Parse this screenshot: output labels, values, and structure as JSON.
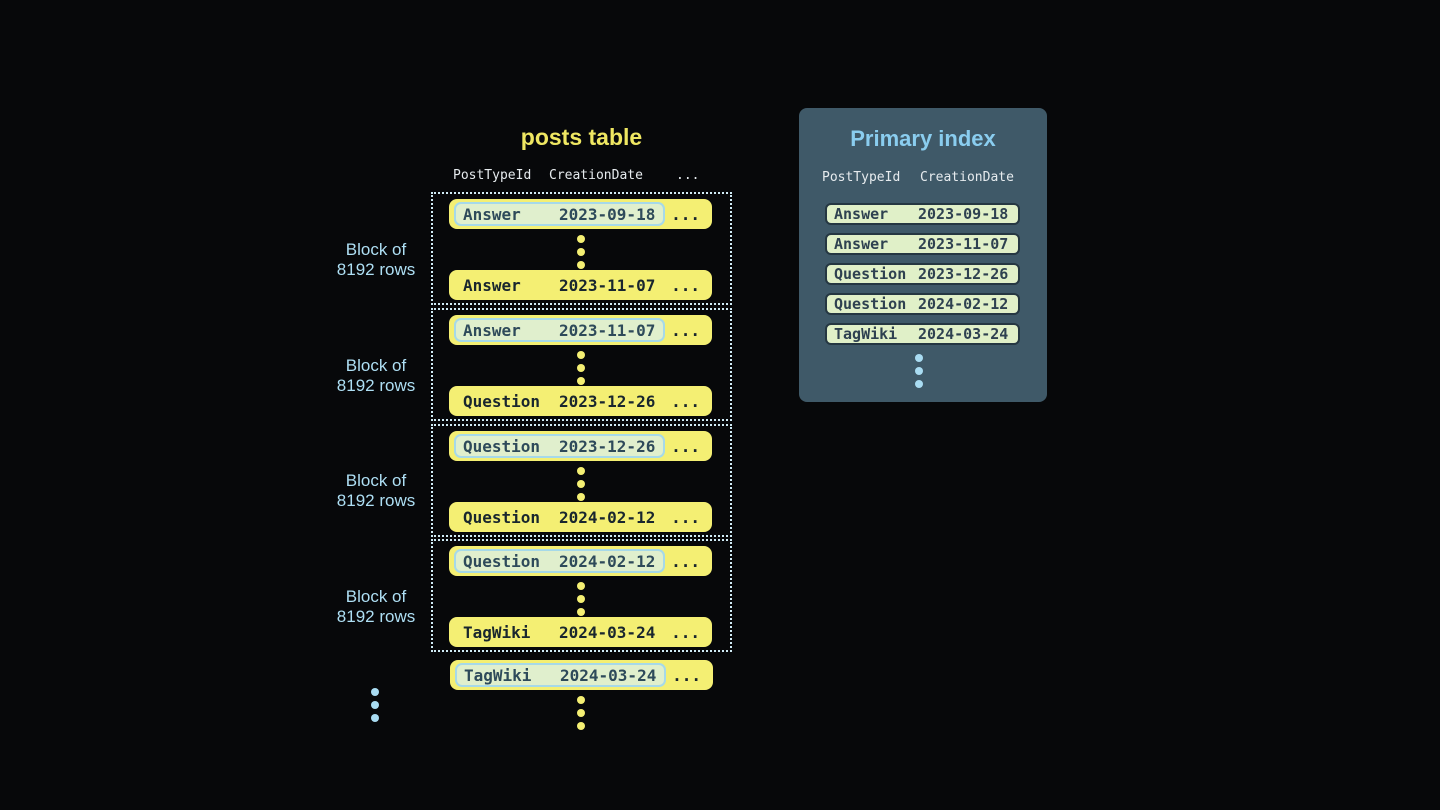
{
  "colors": {
    "background": "#07080a",
    "title_yellow": "#efe762",
    "row_yellow": "#f4ef73",
    "row_text": "#19262e",
    "highlight_bg": "#e0efcd",
    "highlight_border": "#a6d9e9",
    "highlight_text": "#2e4a5a",
    "header_text": "#e6ebee",
    "block_border": "#d0ebf5",
    "block_label_blue": "#aedff4",
    "panel_bg": "#3f5968",
    "panel_title_blue": "#8acdef",
    "index_pill_bg": "#e0f0c8",
    "index_pill_border": "#253742",
    "index_pill_text": "#2e4150",
    "dot_blue": "#a9dcf2"
  },
  "posts_table": {
    "title": "posts table",
    "column_headers": [
      "PostTypeId",
      "CreationDate",
      "..."
    ],
    "block_label": [
      "Block of",
      "8192 rows"
    ],
    "blocks": [
      {
        "first": {
          "type": "Answer",
          "date": "2023-09-18",
          "more": "..."
        },
        "last": {
          "type": "Answer",
          "date": "2023-11-07",
          "more": "..."
        }
      },
      {
        "first": {
          "type": "Answer",
          "date": "2023-11-07",
          "more": "..."
        },
        "last": {
          "type": "Question",
          "date": "2023-12-26",
          "more": "..."
        }
      },
      {
        "first": {
          "type": "Question",
          "date": "2023-12-26",
          "more": "..."
        },
        "last": {
          "type": "Question",
          "date": "2024-02-12",
          "more": "..."
        }
      },
      {
        "first": {
          "type": "Question",
          "date": "2024-02-12",
          "more": "..."
        },
        "last": {
          "type": "TagWiki",
          "date": "2024-03-24",
          "more": "..."
        }
      }
    ],
    "overflow_row": {
      "type": "TagWiki",
      "date": "2024-03-24",
      "more": "..."
    }
  },
  "primary_index": {
    "title": "Primary index",
    "column_headers": [
      "PostTypeId",
      "CreationDate"
    ],
    "rows": [
      {
        "type": "Answer",
        "date": "2023-09-18"
      },
      {
        "type": "Answer",
        "date": "2023-11-07"
      },
      {
        "type": "Question",
        "date": "2023-12-26"
      },
      {
        "type": "Question",
        "date": "2024-02-12"
      },
      {
        "type": "TagWiki",
        "date": "2024-03-24"
      }
    ]
  }
}
